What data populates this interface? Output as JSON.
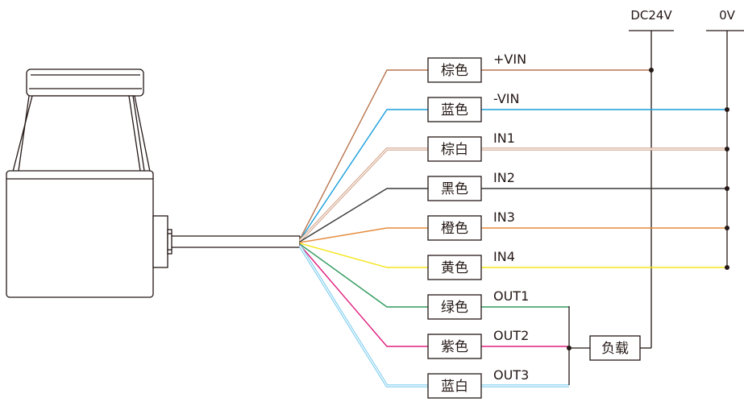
{
  "power": {
    "positive": "DC24V",
    "ground": "0V"
  },
  "wires": [
    {
      "color_name": "棕色",
      "signal": "+VIN",
      "color": "#b8754e",
      "terminal": "DC24V",
      "pair": false
    },
    {
      "color_name": "蓝色",
      "signal": "-VIN",
      "color": "#1a9fdc",
      "terminal": "0V",
      "pair": false
    },
    {
      "color_name": "棕白",
      "signal": "IN1",
      "color": "#d3a48a",
      "terminal": "0V",
      "pair": true
    },
    {
      "color_name": "黑色",
      "signal": "IN2",
      "color": "#3a3a3a",
      "terminal": "0V",
      "pair": false
    },
    {
      "color_name": "橙色",
      "signal": "IN3",
      "color": "#e58b3c",
      "terminal": "0V",
      "pair": false
    },
    {
      "color_name": "黄色",
      "signal": "IN4",
      "color": "#f5e51c",
      "terminal": "0V",
      "pair": false
    },
    {
      "color_name": "绿色",
      "signal": "OUT1",
      "color": "#2f9a5d",
      "terminal": "load",
      "pair": false
    },
    {
      "color_name": "紫色",
      "signal": "OUT2",
      "color": "#e0207f",
      "terminal": "load",
      "pair": false
    },
    {
      "color_name": "蓝白",
      "signal": "OUT3",
      "color": "#7ecdee",
      "terminal": "load",
      "pair": true
    }
  ],
  "load": {
    "label": "负载"
  }
}
